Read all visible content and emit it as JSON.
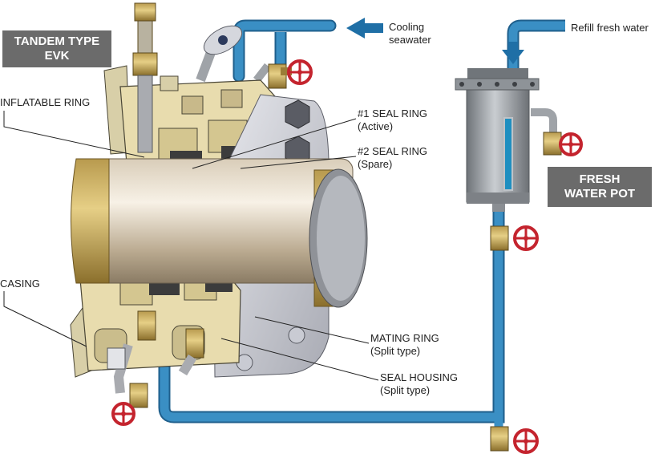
{
  "title_box": {
    "line1": "TANDEM TYPE",
    "line2": "EVK"
  },
  "pot_box": {
    "line1": "FRESH",
    "line2": "WATER POT"
  },
  "flows": {
    "cooling_line1": "Cooling",
    "cooling_line2": "seawater",
    "refill": "Refill fresh water"
  },
  "parts": {
    "inflatable_ring": "INFLATABLE RING",
    "seal1": "#1 SEAL RING",
    "seal1_note": "(Active)",
    "seal2": "#2 SEAL RING",
    "seal2_note": "(Spare)",
    "casing": "CASING",
    "mating": "MATING RING",
    "mating_note": "(Split type)",
    "housing": "SEAL HOUSING",
    "housing_note": "(Split type)"
  },
  "colors": {
    "pipe": "#3a8fc4",
    "pipe_dark": "#1f5f8c",
    "label_box": "#6b6b6b",
    "valve_handle": "#c4242e",
    "brass": "#c9a24a",
    "steel": "#9fa3a8"
  }
}
